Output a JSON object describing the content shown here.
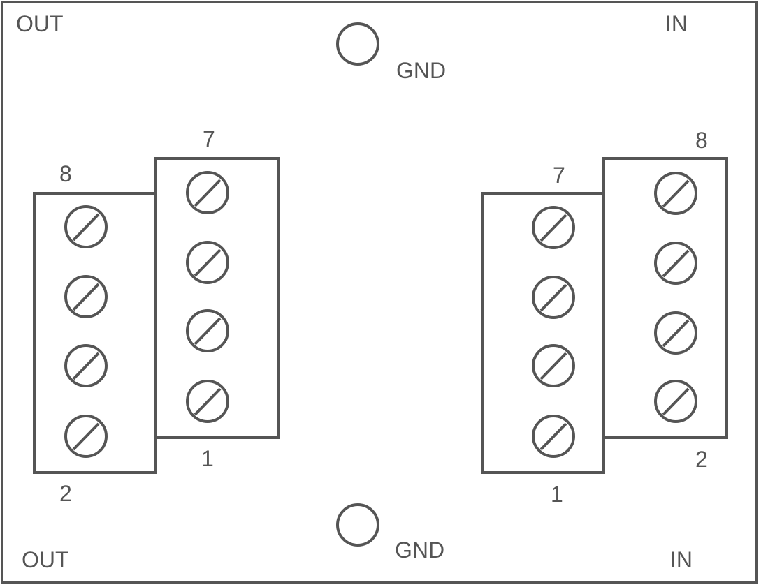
{
  "colors": {
    "stroke": "#555555",
    "background": "#ffffff"
  },
  "labels": {
    "out_top": "OUT",
    "in_top": "IN",
    "gnd_top": "GND",
    "out_bottom": "OUT",
    "in_bottom": "IN",
    "gnd_bottom": "GND"
  },
  "left_terminals": {
    "rear_top": "8",
    "rear_bottom": "2",
    "front_top": "7",
    "front_bottom": "1"
  },
  "right_terminals": {
    "front_top": "7",
    "front_bottom": "1",
    "rear_top": "8",
    "rear_bottom": "2"
  }
}
